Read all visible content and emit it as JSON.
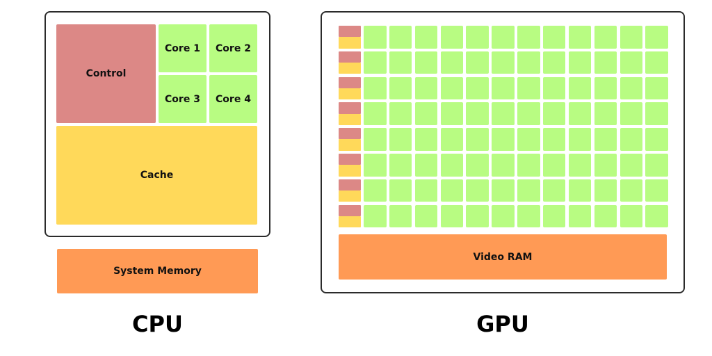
{
  "colors": {
    "control": "#dc8886",
    "core": "#b8fc82",
    "cache": "#ffd95a",
    "memory": "#ff9a55",
    "frame": "#2b2b2b"
  },
  "cpu": {
    "label": "CPU",
    "control_label": "Control",
    "cache_label": "Cache",
    "memory_label": "System Memory",
    "cores": [
      "Core 1",
      "Core 2",
      "Core 3",
      "Core 4"
    ]
  },
  "gpu": {
    "label": "GPU",
    "memory_label": "Video RAM",
    "rows": 8,
    "cores_per_row": 12
  }
}
